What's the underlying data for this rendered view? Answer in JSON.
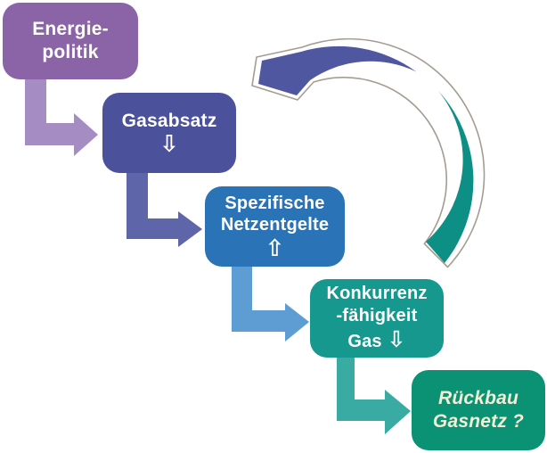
{
  "diagram": {
    "title": "Gasnetz feedback loop diagram",
    "background_color": "#ffffff",
    "boxes": [
      {
        "id": "energiepolitik",
        "lines": [
          "Energie-",
          "politik"
        ],
        "color": "#8a64a7",
        "text_color": "#ffffff"
      },
      {
        "id": "gasabsatz",
        "lines": [
          "Gasabsatz",
          "⇩"
        ],
        "color": "#4c519b",
        "text_color": "#ffffff"
      },
      {
        "id": "spezifische-netzentgelte",
        "lines": [
          "Spezifische",
          "Netzentgelte",
          "⇧"
        ],
        "color": "#2a73b7",
        "text_color": "#ffffff"
      },
      {
        "id": "konkurrenzfaehigkeit-gas",
        "lines": [
          "Konkurrenz",
          "-fähigkeit",
          "Gas "
        ],
        "glyph": "⇩",
        "color": "#17988e",
        "text_color": "#ffffff"
      },
      {
        "id": "rueckbau-gasnetz",
        "lines": [
          "Rückbau",
          "Gasnetz ?"
        ],
        "color": "#0b9274",
        "text_color": "#f3eed6"
      }
    ],
    "connectors": [
      {
        "from": "energiepolitik",
        "to": "gasabsatz",
        "color": "#a58cc2"
      },
      {
        "from": "gasabsatz",
        "to": "spezifische-netzentgelte",
        "color": "#5f65a9"
      },
      {
        "from": "spezifische-netzentgelte",
        "to": "konkurrenzfaehigkeit-gas",
        "color": "#5d9dd4"
      },
      {
        "from": "konkurrenzfaehigkeit-gas",
        "to": "rueckbau-gasnetz",
        "color": "#3aaba2"
      }
    ],
    "loop_arrow": {
      "meaning": "feedback from Konkurrenzfähigkeit Gas back to Gasabsatz",
      "head_color": "#4f57a0",
      "tail_color": "#0e8f86",
      "outline_color": "#a59c92",
      "band_fill": "#ffffff"
    }
  }
}
